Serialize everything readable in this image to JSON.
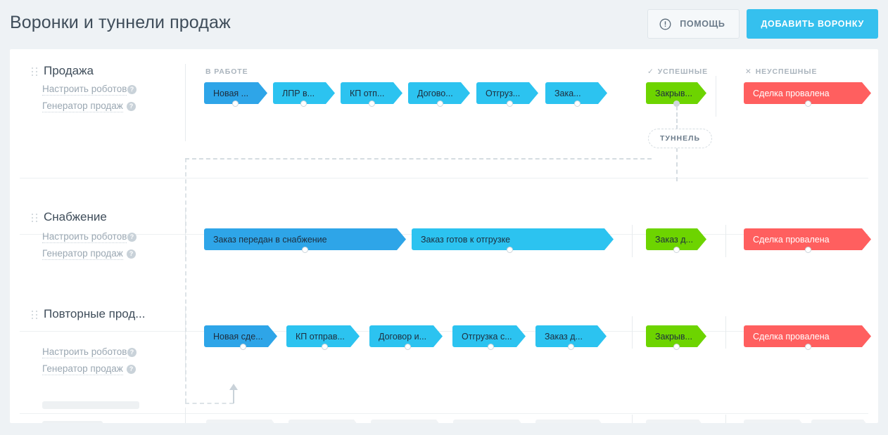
{
  "header": {
    "title": "Воронки и туннели продаж",
    "help_button": "Помощь",
    "add_button": "Добавить воронку",
    "help_icon": "info-circle-icon"
  },
  "columns": {
    "in_work": "В РАБОТЕ",
    "success": "УСПЕШНЫЕ",
    "fail": "НЕУСПЕШНЫЕ",
    "success_mark": "✓",
    "fail_mark": "✕"
  },
  "tunnel": {
    "label": "Туннель"
  },
  "links": {
    "robots": "Настроить роботов",
    "generator": "Генератор продаж",
    "help_badge": "?"
  },
  "colors": {
    "accent": "#35c0ee",
    "stage_first": "#2ea5e8",
    "stage": "#2cc3f0",
    "success": "#6dd400",
    "fail": "#ff5f5f",
    "page_bg": "#eef2f5",
    "card_bg": "#ffffff",
    "title": "#3f4d5a",
    "muted": "#9aa7b2"
  },
  "funnels": [
    {
      "name": "Продажа",
      "in_work": [
        {
          "label": "Новая ..."
        },
        {
          "label": "ЛПР в..."
        },
        {
          "label": "КП отп..."
        },
        {
          "label": "Догово..."
        },
        {
          "label": "Отгруз..."
        },
        {
          "label": "Зака..."
        }
      ],
      "success": [
        {
          "label": "Закрыв..."
        }
      ],
      "fail": [
        {
          "label": "Сделка провалена"
        }
      ]
    },
    {
      "name": "Снабжение",
      "in_work": [
        {
          "label": "Заказ передан в снабжение"
        },
        {
          "label": "Заказ готов к отгрузке"
        }
      ],
      "success": [
        {
          "label": "Заказ д..."
        }
      ],
      "fail": [
        {
          "label": "Сделка провалена"
        }
      ]
    },
    {
      "name": "Повторные прод...",
      "in_work": [
        {
          "label": "Новая сде..."
        },
        {
          "label": "КП отправ..."
        },
        {
          "label": "Договор и..."
        },
        {
          "label": "Отгрузка с..."
        },
        {
          "label": "Заказ д..."
        }
      ],
      "success": [
        {
          "label": "Закрыв..."
        }
      ],
      "fail": [
        {
          "label": "Сделка провалена"
        }
      ]
    }
  ]
}
